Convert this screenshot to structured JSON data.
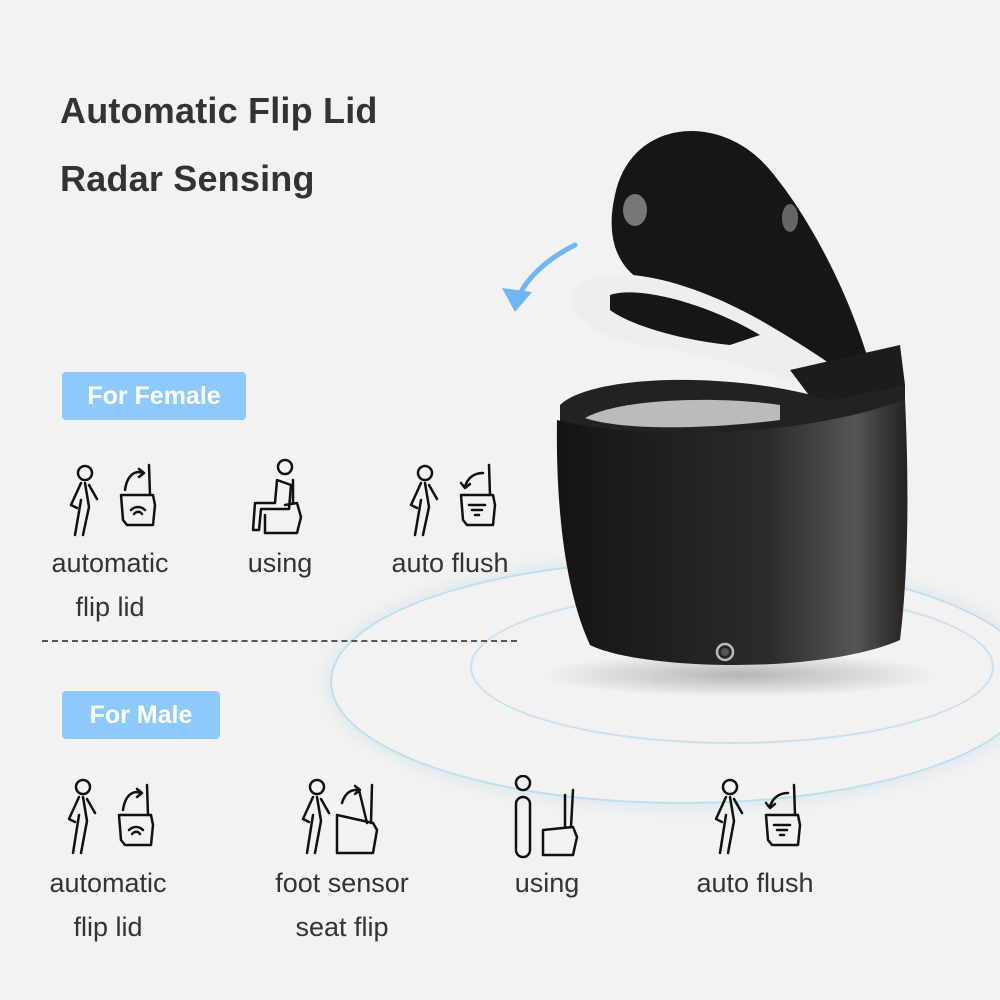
{
  "headings": {
    "line1": "Automatic Flip Lid",
    "line2": "Radar Sensing"
  },
  "female": {
    "badge": "For Female",
    "features": [
      {
        "icon": "walking-person-lid-open-icon",
        "line1": "automatic",
        "line2": "flip lid"
      },
      {
        "icon": "seated-person-icon",
        "line1": "using",
        "line2": ""
      },
      {
        "icon": "walking-person-flush-icon",
        "line1": "auto flush",
        "line2": ""
      }
    ]
  },
  "male": {
    "badge": "For Male",
    "features": [
      {
        "icon": "walking-person-lid-open-icon",
        "line1": "automatic",
        "line2": "flip lid"
      },
      {
        "icon": "foot-sensor-seat-flip-icon",
        "line1": "foot sensor",
        "line2": "seat flip"
      },
      {
        "icon": "standing-person-icon",
        "line1": "using",
        "line2": ""
      },
      {
        "icon": "walking-person-flush-icon",
        "line1": "auto flush",
        "line2": ""
      }
    ]
  },
  "colors": {
    "badge": "#8ec9fb",
    "background": "#f2f2f2",
    "product": "#1a1a1a",
    "arrow": "#6fb6f3"
  }
}
